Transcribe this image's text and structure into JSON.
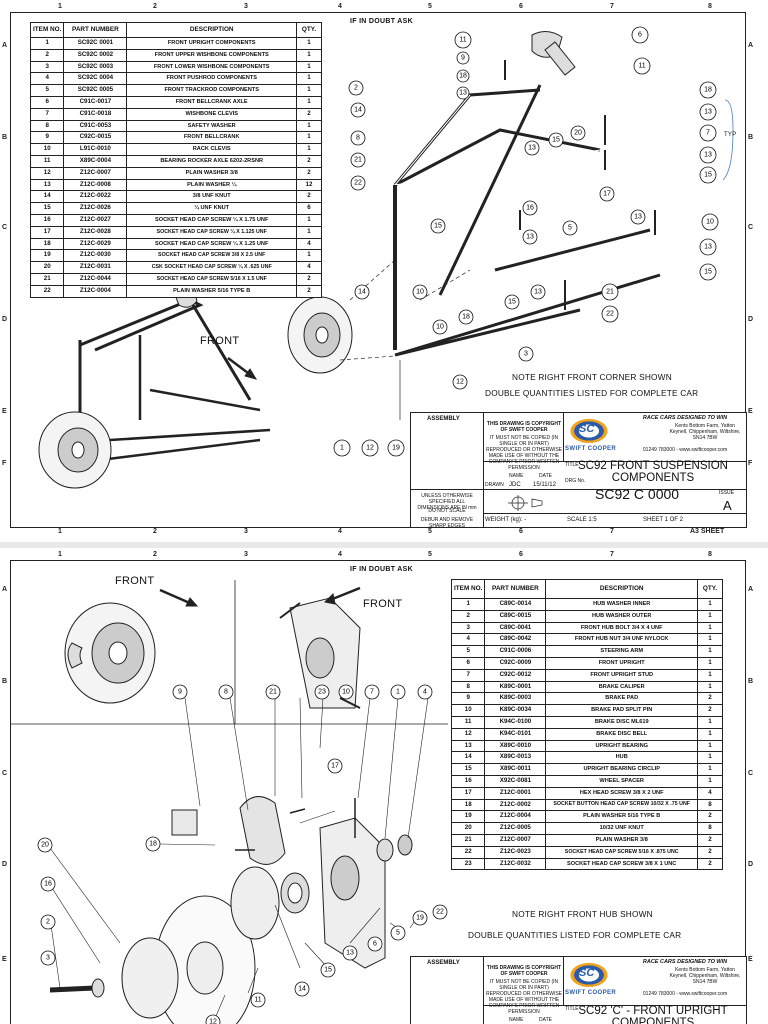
{
  "sheet1": {
    "top_note": "IF IN DOUBT ASK",
    "zones_cols": [
      "1",
      "2",
      "3",
      "4",
      "5",
      "6",
      "7",
      "8"
    ],
    "zones_rows": [
      "A",
      "B",
      "C",
      "D",
      "E",
      "F"
    ],
    "bom_headers": [
      "ITEM NO.",
      "PART NUMBER",
      "DESCRIPTION",
      "QTY."
    ],
    "bom_rows": [
      [
        "1",
        "SC92C 0001",
        "FRONT UPRIGHT COMPONENTS",
        "1"
      ],
      [
        "2",
        "SC92C 0002",
        "FRONT UPPER WISHBONE COMPONENTS",
        "1"
      ],
      [
        "3",
        "SC92C 0003",
        "FRONT LOWER WISHBONE COMPONENTS",
        "1"
      ],
      [
        "4",
        "SC92C 0004",
        "FRONT PUSHROD COMPONENTS",
        "1"
      ],
      [
        "5",
        "SC92C 0005",
        "FRONT TRACKROD COMPONENTS",
        "1"
      ],
      [
        "6",
        "C91C-0017",
        "FRONT BELLCRANK AXLE",
        "1"
      ],
      [
        "7",
        "C91C-0018",
        "WISHBONE CLEVIS",
        "2"
      ],
      [
        "8",
        "C91C-0053",
        "SAFETY WASHER",
        "1"
      ],
      [
        "9",
        "C92C-0015",
        "FRONT BELLCRANK",
        "1"
      ],
      [
        "10",
        "L91C-0010",
        "RACK CLEVIS",
        "1"
      ],
      [
        "11",
        "X89C-0004",
        "BEARING ROCKER AXLE 6202-2RSNR",
        "2"
      ],
      [
        "12",
        "Z12C-0007",
        "PLAIN WASHER 3/8",
        "2"
      ],
      [
        "13",
        "Z12C-0008",
        "PLAIN WASHER ¼",
        "12"
      ],
      [
        "14",
        "Z12C-0022",
        "3/8 UNF KNUT",
        "2"
      ],
      [
        "15",
        "Z12C-0026",
        "¼ UNF KNUT",
        "6"
      ],
      [
        "16",
        "Z12C-0027",
        "SOCKET HEAD CAP SCREW ¼ X 1.75 UNF",
        "1"
      ],
      [
        "17",
        "Z12C-0028",
        "SOCKET HEAD CAP SCREW ¼ X 1.125 UNF",
        "1"
      ],
      [
        "18",
        "Z12C-0029",
        "SOCKET HEAD CAP SCREW ¼ X 1.25 UNF",
        "4"
      ],
      [
        "19",
        "Z12C-0030",
        "SOCKET HEAD CAP SCREW 3/8 X 2.5 UNF",
        "1"
      ],
      [
        "20",
        "Z12C-0031",
        "CSK SOCKET HEAD CAP SCREW ¼ X .625 UNF",
        "4"
      ],
      [
        "21",
        "Z12C-0044",
        "SOCKET HEAD CAP SCREW 5/16 X 1.5 UNF",
        "2"
      ],
      [
        "22",
        "Z12C-0004",
        "PLAIN WASHER 5/16 TYPE B",
        "2"
      ]
    ],
    "front_label": "FRONT",
    "typ_label": "TYP",
    "note1": "NOTE RIGHT FRONT CORNER SHOWN",
    "note2": "DOUBLE QUANTITIES LISTED FOR COMPLETE CAR",
    "assembly_label": "ASSEMBLY",
    "copyright": "THIS DRAWING IS COPYRIGHT OF SWIFT COOPER",
    "copyright2": "IT MUST NOT BE COPIED (IN SINGLE OR IN PART) REPRODUCED OR OTHERWISE MADE USE OF WITHOUT THE COMPANY'S PRIOR WRITTEN PERMISSION",
    "company_tag": "RACE CARS DESIGNED TO WIN",
    "address": "Kents Bottom Farm, Yatton Keynell, Chippenham, Wiltshire, SN14 7BW",
    "phone": "01249 783000 - www.swiftcooper.com",
    "logo_text": "SC",
    "brand": "SWIFT COOPER",
    "title_label": "TITLE",
    "title": "SC92 FRONT SUSPENSION COMPONENTS",
    "name_label": "NAME",
    "date_label": "DATE",
    "drawn_label": "DRAWN",
    "drawn_name": "JDC",
    "drawn_date": "15/11/12",
    "drg_label": "DRG No.",
    "drg_no": "SC92 C 0000",
    "issue_label": "ISSUE",
    "issue": "A",
    "tolerance_note": "UNLESS OTHERWISE SPECIFIED ALL DIMENSIONS ARE IN mm",
    "do_not_scale": "DO NOT SCALE",
    "deburr": "DEBUR AND REMOVE SHARP EDGES",
    "weight": "WEIGHT (kg):  -",
    "scale": "SCALE  1:5",
    "sheet": "SHEET  1   OF   2",
    "sheet_size": "A3 SHEET"
  },
  "sheet2": {
    "top_note": "IF IN DOUBT ASK",
    "bom_headers": [
      "ITEM NO.",
      "PART NUMBER",
      "DESCRIPTION",
      "QTY."
    ],
    "bom_rows": [
      [
        "1",
        "C89C-0014",
        "HUB WASHER INNER",
        "1"
      ],
      [
        "2",
        "C89C-0015",
        "HUB WASHER OUTER",
        "1"
      ],
      [
        "3",
        "C89C-0041",
        "FRONT HUB BOLT 3/4 X 4 UNF",
        "1"
      ],
      [
        "4",
        "C89C-0042",
        "FRONT HUB NUT 3/4 UNF NYLOCK",
        "1"
      ],
      [
        "5",
        "C91C-0006",
        "STEERING ARM",
        "1"
      ],
      [
        "6",
        "C92C-0009",
        "FRONT UPRIGHT",
        "1"
      ],
      [
        "7",
        "C92C-0012",
        "FRONT UPRIGHT STUD",
        "1"
      ],
      [
        "8",
        "K89C-0001",
        "BRAKE CALIPER",
        "1"
      ],
      [
        "9",
        "K89C-0003",
        "BRAKE PAD",
        "2"
      ],
      [
        "10",
        "K89C-0034",
        "BRAKE PAD SPLIT PIN",
        "2"
      ],
      [
        "11",
        "K94C-0100",
        "BRAKE DISC ML619",
        "1"
      ],
      [
        "12",
        "K94C-0101",
        "BRAKE DISC BELL",
        "1"
      ],
      [
        "13",
        "X89C-0010",
        "UPRIGHT BEARING",
        "1"
      ],
      [
        "14",
        "X89C-0013",
        "HUB",
        "1"
      ],
      [
        "15",
        "X89C-0011",
        "UPRIGHT BEARING CIRCLIP",
        "1"
      ],
      [
        "16",
        "X92C-0081",
        "WHEEL SPACER",
        "1"
      ],
      [
        "17",
        "Z12C-0001",
        "HEX HEAD SCREW 3/8 X 2 UNF",
        "4"
      ],
      [
        "18",
        "Z12C-0002",
        "SOCKET BUTTON HEAD CAP SCREW 10/32 X .75 UNF",
        "8"
      ],
      [
        "19",
        "Z12C-0004",
        "PLAIN WASHER 5/16 TYPE B",
        "2"
      ],
      [
        "20",
        "Z12C-0005",
        "10/32 UNF KNUT",
        "8"
      ],
      [
        "21",
        "Z12C-0007",
        "PLAIN WASHER 3/8",
        "2"
      ],
      [
        "22",
        "Z12C-0023",
        "SOCKET HEAD CAP SCREW 5/16 X .875 UNC",
        "2"
      ],
      [
        "23",
        "Z12C-0032",
        "SOCKET HEAD CAP SCREW 3/8 X 1 UNC",
        "2"
      ]
    ],
    "front_label_left": "FRONT",
    "front_label_right": "FRONT",
    "note1": "NOTE RIGHT FRONT HUB SHOWN",
    "note2": "DOUBLE QUANTITIES LISTED FOR COMPLETE CAR",
    "assembly_label": "ASSEMBLY",
    "copyright": "THIS DRAWING IS COPYRIGHT OF SWIFT COOPER",
    "copyright2": "IT MUST NOT BE COPIED (IN SINGLE OR IN PART) REPRODUCED OR OTHERWISE MADE USE OF WITHOUT THE COMPANY'S PRIOR WRITTEN PERMISSION",
    "company_tag": "RACE CARS DESIGNED TO WIN",
    "address": "Kents Bottom Farm, Yatton Keynell, Chippenham, Wiltshire, SN14 7BW",
    "phone": "01249 783000 - www.swiftcooper.com",
    "logo_text": "SC",
    "brand": "SWIFT COOPER",
    "title_label": "TITLE",
    "title": "SC92 'C' - FRONT UPRIGHT COMPONENTS",
    "name_label": "NAME",
    "date_label": "DATE"
  },
  "colors": {
    "brand_blue": "#2b5aa8",
    "brand_orange": "#f3a21c",
    "line": "#222222"
  }
}
